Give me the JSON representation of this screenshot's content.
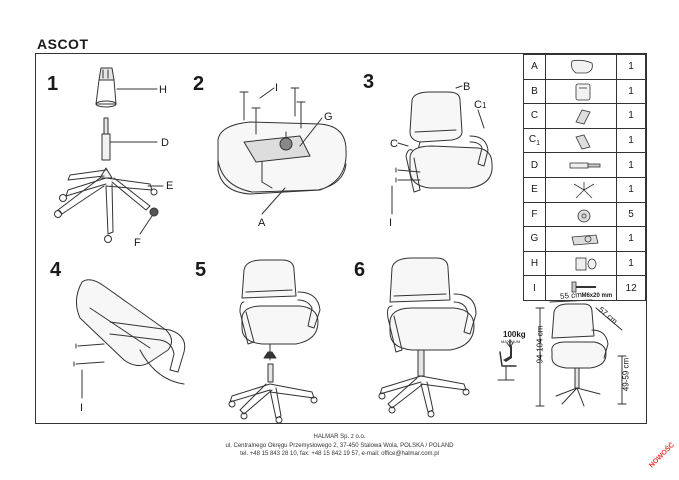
{
  "document": {
    "title": "ASCOT"
  },
  "steps": [
    {
      "number": "1",
      "callouts": [
        "H",
        "D",
        "E",
        "F"
      ]
    },
    {
      "number": "2",
      "callouts": [
        "I",
        "G",
        "A"
      ]
    },
    {
      "number": "3",
      "callouts": [
        "B",
        "C",
        "C",
        "I"
      ],
      "callout_sub": "1"
    },
    {
      "number": "4",
      "callouts": [
        "I"
      ]
    },
    {
      "number": "5",
      "callouts": []
    },
    {
      "number": "6",
      "callouts": []
    }
  ],
  "parts": [
    {
      "letter": "A",
      "qty": "1",
      "icon": "seat-cushion-icon"
    },
    {
      "letter": "B",
      "qty": "1",
      "icon": "backrest-icon"
    },
    {
      "letter": "C",
      "qty": "1",
      "icon": "armrest-left-icon"
    },
    {
      "letter": "C",
      "sub": "1",
      "qty": "1",
      "icon": "armrest-right-icon"
    },
    {
      "letter": "D",
      "qty": "1",
      "icon": "gas-lift-icon"
    },
    {
      "letter": "E",
      "qty": "1",
      "icon": "star-base-icon"
    },
    {
      "letter": "F",
      "qty": "5",
      "icon": "caster-wheel-icon"
    },
    {
      "letter": "G",
      "qty": "1",
      "icon": "tilt-mechanism-icon"
    },
    {
      "letter": "H",
      "qty": "1",
      "icon": "gas-lift-cover-icon"
    },
    {
      "letter": "I",
      "qty": "12",
      "icon": "screw-icon",
      "size": "M6x20 mm"
    }
  ],
  "dimensions": {
    "width": "55 cm",
    "depth": "57 cm",
    "height": "94-104 cm",
    "seat_height": "49-59 cm"
  },
  "load": {
    "value": "100kg",
    "sub": "MAXIMUM"
  },
  "footer": {
    "company": "HALMAR Sp. z o.o.",
    "address": "ul. Centralnego Okręgu Przemysłowego 2, 37-450 Stalowa Wola, POLSKA / POLAND",
    "contact": "tel. +48 15 843 28 10, fax: +48 15 842 19 57, e-mail: office@halmar.com.pl"
  },
  "badge": "NOWOŚĆ",
  "colors": {
    "line": "#333333",
    "badge": "#e53935"
  }
}
